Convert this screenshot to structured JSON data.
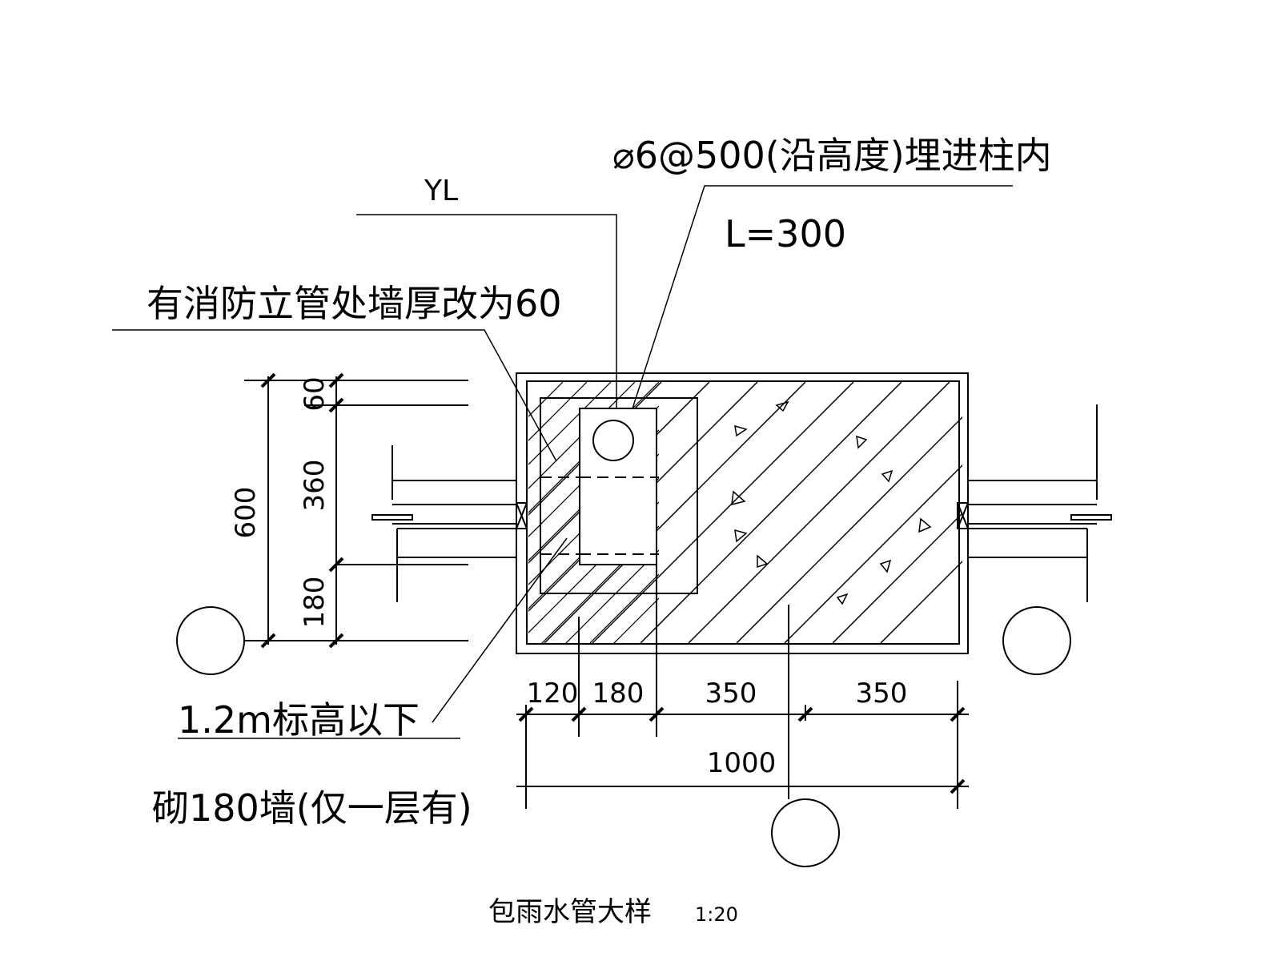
{
  "annotations": {
    "pipe_label": "YL",
    "rebar_note": "⌀6@500(沿高度)埋进柱内",
    "rebar_length": "L=300",
    "wall_note": "有消防立管处墙厚改为60",
    "lower_note_line1": "1.2m标高以下",
    "lower_note_line2": "砌180墙(仅一层有)"
  },
  "dimensions": {
    "vertical_total": "600",
    "vertical_segments": [
      "60",
      "360",
      "180"
    ],
    "horizontal_segments": [
      "120",
      "180",
      "350",
      "350"
    ],
    "horizontal_total": "1000"
  },
  "title": {
    "text": "包雨水管大样",
    "scale": "1:20"
  }
}
